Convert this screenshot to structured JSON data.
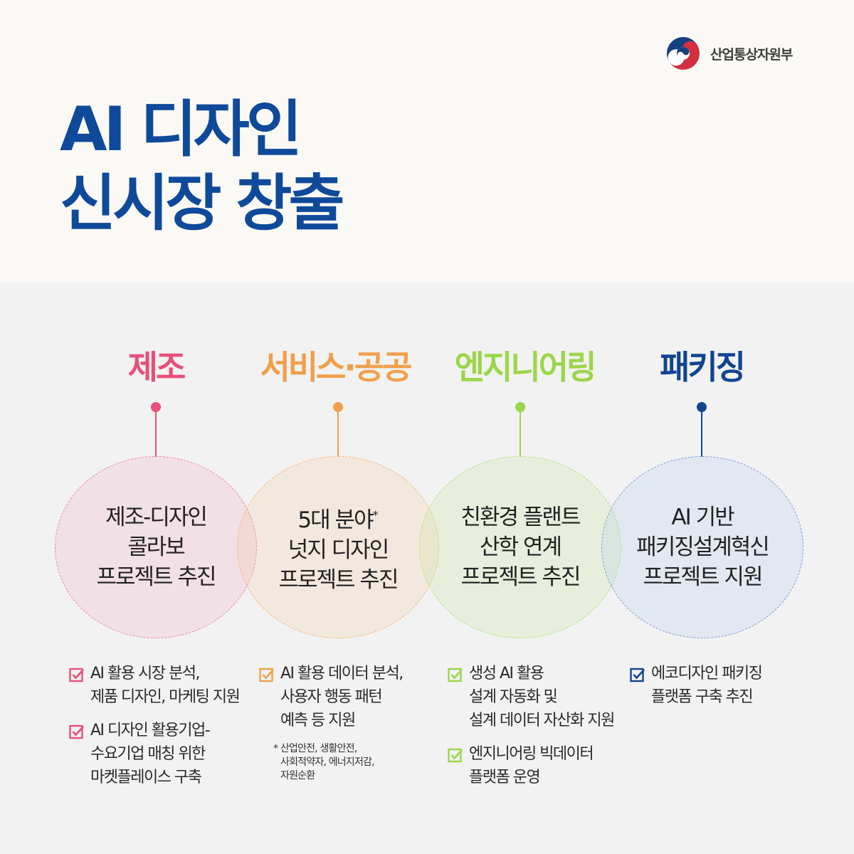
{
  "header": {
    "ministry_name": "산업통상자원부",
    "title_line1": "AI 디자인",
    "title_line2": "신시장 창출"
  },
  "colors": {
    "title": "#0f4a9a",
    "manufacturing": "#e6507a",
    "service": "#f0a04b",
    "engineering": "#9bd64a",
    "packaging": "#114591"
  },
  "columns": [
    {
      "heading": "제조",
      "circle_lines": [
        "제조-디자인",
        "콜라보",
        "프로젝트 추진"
      ],
      "items": [
        {
          "lines": [
            "AI 활용 시장 분석,",
            "제품 디자인, 마케팅 지원"
          ]
        },
        {
          "lines": [
            "AI 디자인 활용기업-",
            "수요기업 매칭 위한",
            "마켓플레이스 구축"
          ]
        }
      ]
    },
    {
      "heading": "서비스·공공",
      "circle_line1": "5대 분야",
      "circle_mark": "*",
      "circle_lines": [
        "넛지 디자인",
        "프로젝트 추진"
      ],
      "items": [
        {
          "lines": [
            "AI 활용 데이터 분석,",
            "사용자 행동 패턴",
            "예측 등 지원"
          ]
        }
      ],
      "note_lines": [
        "* 산업안전, 생활안전,",
        "사회적약자, 에너지저감,",
        "자원순환"
      ]
    },
    {
      "heading": "엔지니어링",
      "circle_lines": [
        "친환경 플랜트",
        "산학 연계",
        "프로젝트 추진"
      ],
      "items": [
        {
          "lines": [
            "생성 AI 활용",
            "설계 자동화 및",
            "설계 데이터 자산화 지원"
          ]
        },
        {
          "lines": [
            "엔지니어링 빅데이터",
            "플랫폼 운영"
          ]
        }
      ]
    },
    {
      "heading": "패키징",
      "circle_lines": [
        "AI 기반",
        "패키징설계혁신",
        "프로젝트 지원"
      ],
      "items": [
        {
          "lines": [
            "에코디자인 패키징",
            "플랫폼 구축 추진"
          ]
        }
      ]
    }
  ]
}
